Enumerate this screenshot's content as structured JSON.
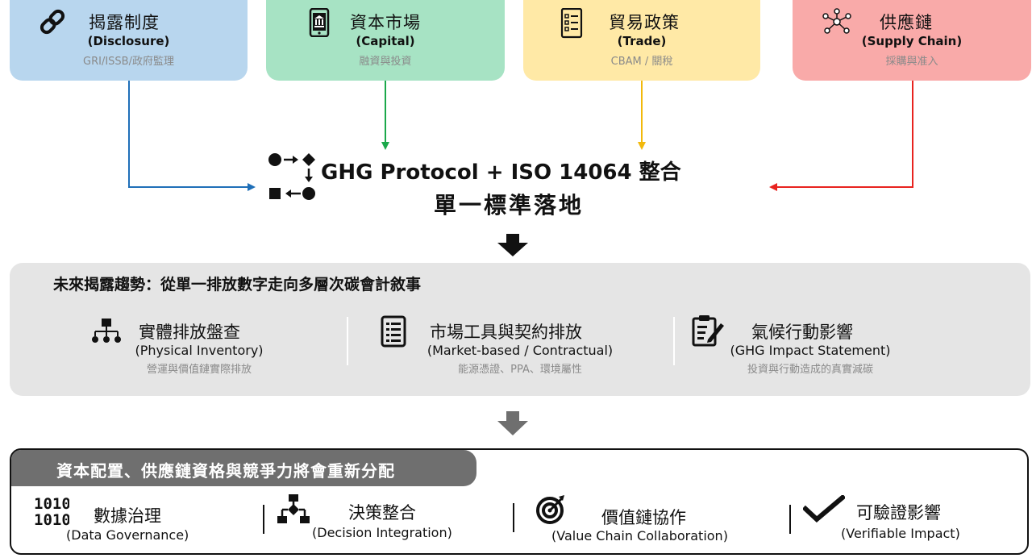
{
  "drivers": [
    {
      "title": "揭露制度",
      "en": "(Disclosure)",
      "sub": "GRI/ISSB/政府監理",
      "icon": "chain-link-icon",
      "color": "#b8d6ee",
      "arrow_color": "#1f6fb8"
    },
    {
      "title": "資本市場",
      "en": "(Capital)",
      "sub": "融資與投資",
      "icon": "mobile-bank-icon",
      "color": "#a7e3c4",
      "arrow_color": "#1aa84a"
    },
    {
      "title": "貿易政策",
      "en": "(Trade)",
      "sub": "CBAM / 關稅",
      "icon": "checklist-icon",
      "color": "#ffe9a6",
      "arrow_color": "#f2b90c"
    },
    {
      "title": "供應鏈",
      "en": "(Supply Chain)",
      "sub": "採購與准入",
      "icon": "network-nodes-icon",
      "color": "#f9aaa9",
      "arrow_color": "#e8231f"
    }
  ],
  "central": {
    "title": "GHG Protocol + ISO 14064 整合",
    "subtitle": "單一標準落地",
    "icon": "process-flow-icon"
  },
  "trend": {
    "title": "未來揭露趨勢：從單一排放數字走向多層次碳會計敘事",
    "columns": [
      {
        "title": "實體排放盤查",
        "en": "(Physical Inventory)",
        "sub": "營運與價值鏈實際排放",
        "icon": "org-chart-icon"
      },
      {
        "title": "市場工具與契約排放",
        "en": "(Market-based / Contractual)",
        "sub": "能源憑證、PPA、環境屬性",
        "icon": "document-list-icon"
      },
      {
        "title": "氣候行動影響",
        "en": "(GHG Impact Statement)",
        "sub": "投資與行動造成的真實減碳",
        "icon": "clipboard-edit-icon"
      }
    ]
  },
  "bottom": {
    "banner": "資本配置、供應鏈資格與競爭力將會重新分配",
    "items": [
      {
        "title": "數據治理",
        "en": "(Data Governance)",
        "icon": "binary-data-icon"
      },
      {
        "title": "決策整合",
        "en": "(Decision Integration)",
        "icon": "decision-tree-icon"
      },
      {
        "title": "價值鏈協作",
        "en": "(Value Chain Collaboration)",
        "icon": "target-icon"
      },
      {
        "title": "可驗證影響",
        "en": "(Verifiable Impact)",
        "icon": "checkmark-icon"
      }
    ]
  },
  "colors": {
    "trend_panel": "#e5e5e5",
    "banner": "#6f6f6f",
    "down_arrow_1": "#111111",
    "down_arrow_2": "#6f6f6f"
  }
}
